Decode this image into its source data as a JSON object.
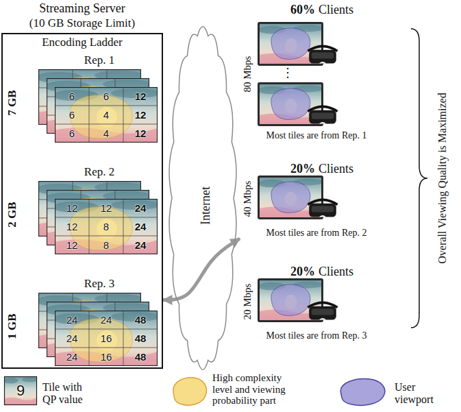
{
  "diagram": {
    "nodes": [
      {
        "text": [
          "Streaming Server",
          "(10 GB Storage Limit)",
          "Encoding Ladder"
        ]
      },
      {
        "text": [
          "Rep. 1",
          "7 GB",
          "6",
          "6",
          "12",
          "6",
          "4",
          "12",
          "6",
          "4",
          "12"
        ],
        "in": 0
      },
      {
        "text": [
          "Rep. 2",
          "2 GB",
          "12",
          "12",
          "24",
          "12",
          "8",
          "24",
          "12",
          "8",
          "24"
        ],
        "in": 0
      },
      {
        "text": [
          "Rep. 3",
          "1 GB",
          "24",
          "24",
          "48",
          "24",
          "16",
          "48",
          "24",
          "16",
          "48"
        ],
        "in": 0
      },
      {
        "text": [
          "Internet"
        ]
      },
      {
        "text": [
          "60%",
          "Clients",
          "80 Mbps",
          "Most tiles are from Rep. 1"
        ]
      },
      {
        "text": [
          "20%",
          "Clients",
          "40 Mbps",
          "Most tiles are from Rep. 2"
        ]
      },
      {
        "text": [
          "20%",
          "Clients",
          "20 Mbps",
          "Most tiles are from Rep. 3"
        ]
      }
    ],
    "edges": [
      {
        "from": 0,
        "to": 6,
        "arrow": "both"
      }
    ],
    "labels": [
      "⋮",
      "Overall Viewing Quality is Maximized",
      "9"
    ],
    "legend": [
      {
        "text": "Tile with QP value"
      },
      {
        "text": "High complexity level and viewing probability part",
        "color": "#f7d774"
      },
      {
        "text": "User viewport",
        "color": "#9b94d6"
      }
    ]
  }
}
